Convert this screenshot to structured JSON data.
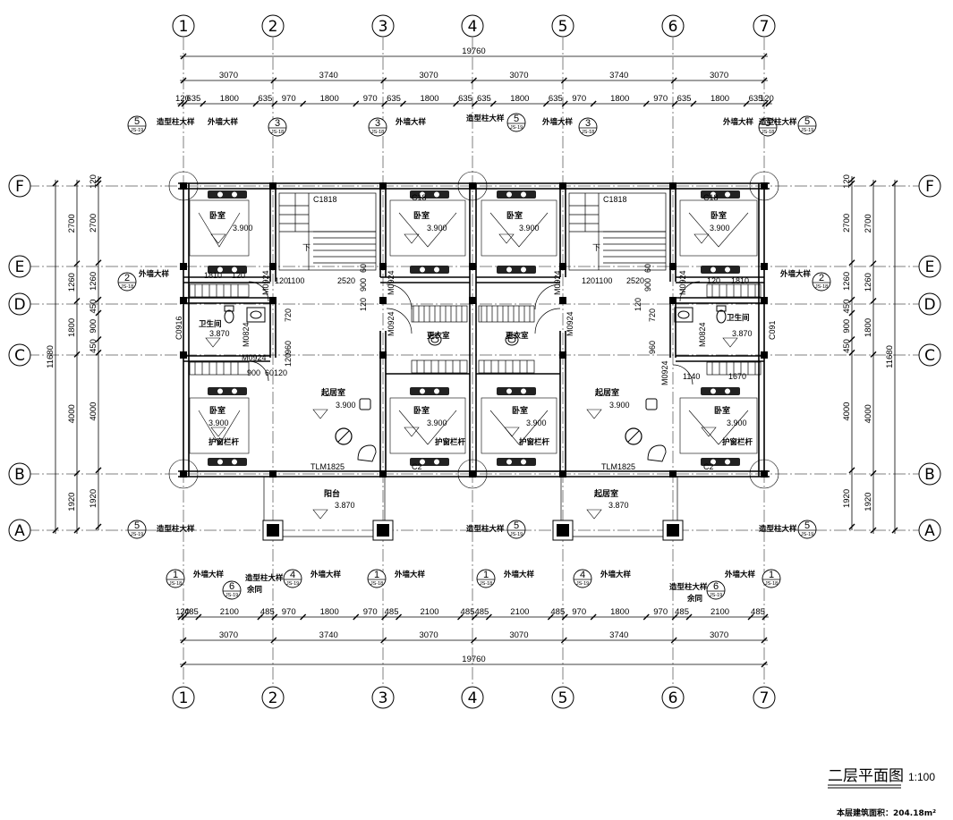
{
  "axes_x": [
    "1",
    "2",
    "3",
    "4",
    "5",
    "6",
    "7"
  ],
  "axes_y": [
    "F",
    "E",
    "D",
    "C",
    "B",
    "A"
  ],
  "dims_top": {
    "overall": "19760",
    "bays": [
      "3070",
      "3740",
      "3070",
      "3070",
      "3740",
      "3070"
    ],
    "segments": [
      "120",
      "635",
      "1800",
      "635",
      "970",
      "1800",
      "970",
      "635",
      "1800",
      "635",
      "635",
      "1800",
      "635",
      "970",
      "1800",
      "970",
      "635",
      "1800",
      "635",
      "120"
    ]
  },
  "dims_bottom": {
    "overall": "19760",
    "bays": [
      "3070",
      "3740",
      "3070",
      "3070",
      "3740",
      "3070"
    ],
    "segments": [
      "120",
      "485",
      "2100",
      "485",
      "970",
      "1800",
      "970",
      "485",
      "2100",
      "485",
      "485",
      "2100",
      "485",
      "970",
      "1800",
      "970",
      "485",
      "2100",
      "485"
    ]
  },
  "dims_left": {
    "overall": "11680",
    "bays": [
      "2700",
      "1260",
      "1800",
      "4000",
      "1920"
    ],
    "inner": [
      "120",
      "2700",
      "1260",
      "450",
      "900",
      "450",
      "4000",
      "1920"
    ]
  },
  "dims_right": {
    "overall": "11680",
    "bays": [
      "2700",
      "1260",
      "1800",
      "4000",
      "1920"
    ],
    "inner": [
      "120",
      "2700",
      "1260",
      "450",
      "900",
      "450",
      "4000",
      "1920"
    ]
  },
  "rooms": {
    "bedroom": "卧室",
    "living": "起居室",
    "bath": "卫生间",
    "dressing": "更衣室",
    "balcony": "阳台",
    "stairs_down": "下",
    "railing": "护窗栏杆"
  },
  "elevations": {
    "bed": "3.900",
    "living": "3.900",
    "bath": "3.870",
    "balcony": "3.870",
    "living_lower": "3.870"
  },
  "openings": {
    "c1818": "C1818",
    "c18": "C18",
    "m0924": "M0924",
    "m0824": "M0824",
    "c0916": "C0916",
    "c091": "C091",
    "tlm1825": "TLM1825",
    "c2": "C2"
  },
  "room_dims": {
    "d1810": "1810",
    "d120": "120",
    "d1100": "1100",
    "d2520": "2520",
    "d900": "900",
    "d60": "60",
    "d720": "720",
    "d960": "960",
    "d1140": "1140",
    "d1670": "1670"
  },
  "notes": {
    "wall_detail": "外墙大样",
    "column_detail": "造型柱大样",
    "surplus": "余同"
  },
  "refs": {
    "r1": "1",
    "r2": "2",
    "r3": "3",
    "r4": "4",
    "r5": "5",
    "r6": "6",
    "js18": "JS-18",
    "js19": "JS-19"
  },
  "title": {
    "main": "二层平面图",
    "scale": "1:100",
    "area": "本层建筑面积：204.18m²"
  }
}
